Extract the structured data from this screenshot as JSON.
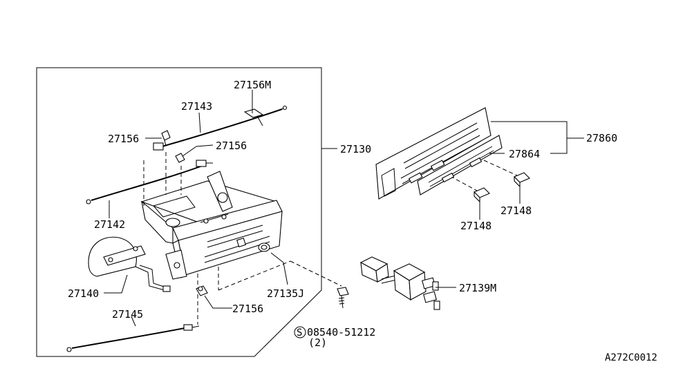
{
  "labels": {
    "p27156M": "27156M",
    "p27143": "27143",
    "p27156a": "27156",
    "p27156b": "27156",
    "p27130": "27130",
    "p27142": "27142",
    "p27140": "27140",
    "p27145": "27145",
    "p27156c": "27156",
    "p27135J": "27135J",
    "p27860": "27860",
    "p27864": "27864",
    "p27148a": "27148",
    "p27148b": "27148",
    "p27139M": "27139M",
    "screw_code": "08540-51212",
    "screw_qty": "(2)",
    "screw_symbol": "S",
    "diagram_code": "A272C0012"
  }
}
